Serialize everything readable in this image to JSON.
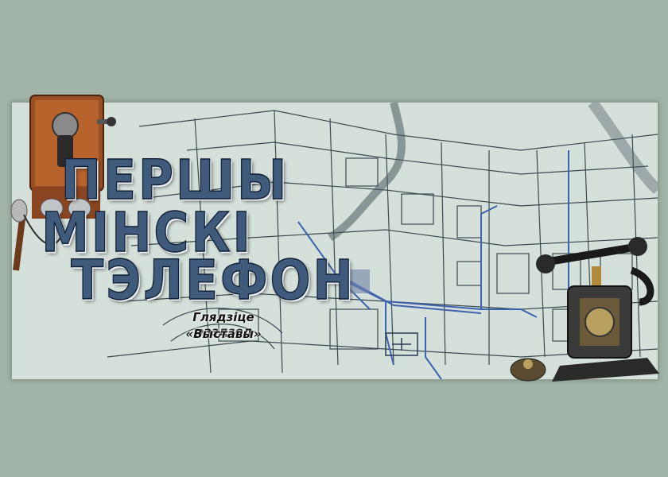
{
  "title": {
    "line1": "ПЕРШЫ",
    "line2": "МІНСКІ",
    "line3": "ТЭЛЕФОН"
  },
  "subtitle": {
    "line1": "Глядзіце раздзел",
    "line2": "«Выставы»"
  },
  "colors": {
    "background": "#a1b4a7",
    "map_paper": "#d5e0da",
    "map_lines": "#3a4a50",
    "route_blue": "#3d63b0",
    "title_fill": "#3f5a7a",
    "wood": "#9a4f22"
  },
  "icons": [
    "wall-telephone-icon",
    "desk-telephone-icon"
  ]
}
